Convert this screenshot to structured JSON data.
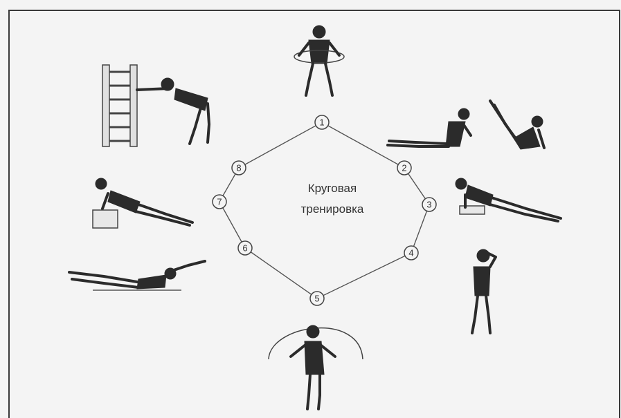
{
  "diagram": {
    "title_line1": "Круговая",
    "title_line2": "тренировка",
    "nodes": [
      "1",
      "2",
      "3",
      "4",
      "5",
      "6",
      "7",
      "8"
    ],
    "exercise_icons": [
      "hula-hoop-icon",
      "sit-up-icon",
      "v-up-icon",
      "back-extension-on-bench-icon",
      "dumbbell-standing-icon",
      "jump-rope-icon",
      "prone-back-lift-icon",
      "incline-push-up-icon",
      "wall-bars-stretch-icon"
    ]
  }
}
